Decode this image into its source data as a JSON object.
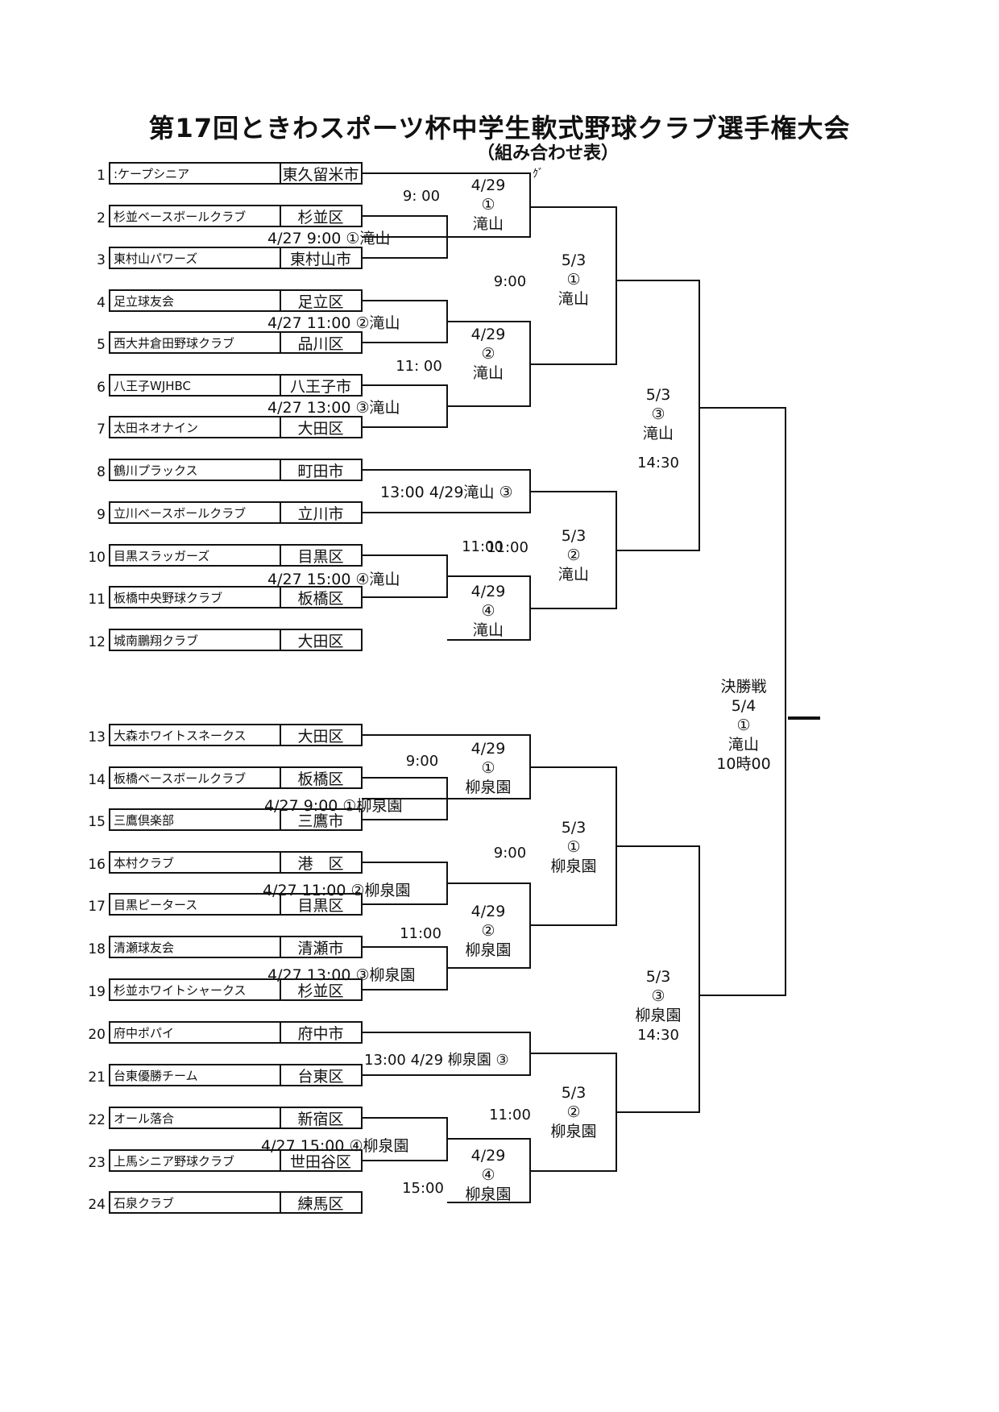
{
  "title": "第17回ときわスポーツ杯中学生軟式野球クラブ選手権大会",
  "subtitle": "（組み合わせ表）",
  "teams": [
    {
      "no": "1",
      "name": ":ケープシニア",
      "area": "東久留米市"
    },
    {
      "no": "2",
      "name": "杉並ベースボールクラブ",
      "area": "杉並区"
    },
    {
      "no": "3",
      "name": "東村山パワーズ",
      "area": "東村山市"
    },
    {
      "no": "4",
      "name": "足立球友会",
      "area": "足立区"
    },
    {
      "no": "5",
      "name": "西大井倉田野球クラブ",
      "area": "品川区"
    },
    {
      "no": "6",
      "name": "八王子WJHBC",
      "area": "八王子市"
    },
    {
      "no": "7",
      "name": "太田ネオナイン",
      "area": "大田区"
    },
    {
      "no": "8",
      "name": "鶴川プラックス",
      "area": "町田市"
    },
    {
      "no": "9",
      "name": "立川ベースボールクラブ",
      "area": "立川市"
    },
    {
      "no": "10",
      "name": "目黒スラッガーズ",
      "area": "目黒区"
    },
    {
      "no": "11",
      "name": "板橋中央野球クラブ",
      "area": "板橋区"
    },
    {
      "no": "12",
      "name": "城南鵬翔クラブ",
      "area": "大田区"
    },
    {
      "no": "13",
      "name": "大森ホワイトスネークス",
      "area": "大田区"
    },
    {
      "no": "14",
      "name": "板橋ベースボールクラブ",
      "area": "板橋区"
    },
    {
      "no": "15",
      "name": "三鷹倶楽部",
      "area": "三鷹市"
    },
    {
      "no": "16",
      "name": "本村クラブ",
      "area": "港　区"
    },
    {
      "no": "17",
      "name": "目黒ピータース",
      "area": "目黒区"
    },
    {
      "no": "18",
      "name": "清瀬球友会",
      "area": "清瀬市"
    },
    {
      "no": "19",
      "name": "杉並ホワイトシャークス",
      "area": "杉並区"
    },
    {
      "no": "20",
      "name": "府中ポパイ",
      "area": "府中市"
    },
    {
      "no": "21",
      "name": "台東優勝チーム",
      "area": "台東区"
    },
    {
      "no": "22",
      "name": "オール落合",
      "area": "新宿区"
    },
    {
      "no": "23",
      "name": "上馬シニア野球クラブ",
      "area": "世田谷区"
    },
    {
      "no": "24",
      "name": "石泉クラブ",
      "area": "練馬区"
    }
  ],
  "round1": [
    "4/27  9:00  ①滝山",
    "4/27  11:00  ②滝山",
    "4/27  13:00  ③滝山",
    "4/27  15:00  ④滝山",
    "4/27  9:00 ①柳泉園",
    "4/27 11:00 ②柳泉園",
    "4/27  13:00 ③柳泉園",
    "4/27  15:00 ④柳泉園"
  ],
  "round2": [
    {
      "time": "9: 00",
      "date": "4/29",
      "num": "①",
      "venue": "滝山"
    },
    {
      "time": "11: 00",
      "date": "4/29",
      "num": "②",
      "venue": "滝山"
    },
    {
      "line": "13:00  4/29滝山 ③"
    },
    {
      "time": "11:00",
      "date": "4/29",
      "num": "④",
      "venue": "滝山"
    },
    {
      "time": "9:00",
      "date": "4/29",
      "num": "①",
      "venue": "柳泉園"
    },
    {
      "time": "11:00",
      "date": "4/29",
      "num": "②",
      "venue": "柳泉園"
    },
    {
      "line": "13:00 4/29 柳泉園 ③"
    },
    {
      "time": "15:00",
      "date": "4/29",
      "num": "④",
      "venue": "柳泉園"
    }
  ],
  "round3": [
    {
      "time": "9:00",
      "date": "5/3",
      "num": "①",
      "venue": "滝山"
    },
    {
      "time": "11:00",
      "date": "5/3",
      "num": "②",
      "venue": "滝山"
    },
    {
      "time": "9:00",
      "date": "5/3",
      "num": "①",
      "venue": "柳泉園"
    },
    {
      "time": "11:00",
      "date": "5/3",
      "num": "②",
      "venue": "柳泉園"
    }
  ],
  "semis": [
    {
      "date": "5/3",
      "num": "③",
      "venue": "滝山",
      "time": "14:30"
    },
    {
      "date": "5/3",
      "num": "③",
      "venue": "柳泉園",
      "time": "14:30"
    }
  ],
  "final": {
    "label": "決勝戦",
    "date": "5/4",
    "num": "①",
    "venue": "滝山",
    "time": "10時00"
  },
  "scan_mark": "ｸﾞ"
}
